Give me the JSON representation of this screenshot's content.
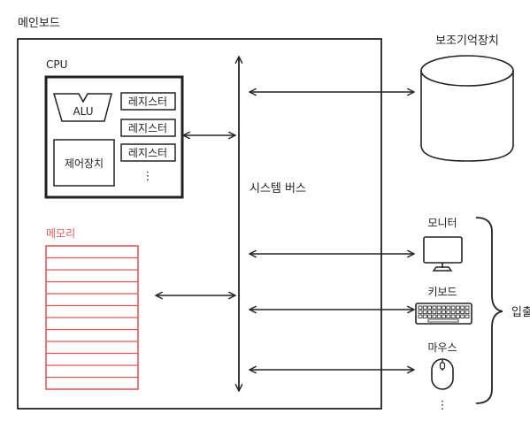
{
  "mainboard": {
    "title": "메인보드",
    "cpu": {
      "label": "CPU",
      "alu": "ALU",
      "registers": [
        "레지스터",
        "레지스터",
        "레지스터"
      ],
      "control_unit": "제어장치",
      "more": "⋮"
    },
    "memory": {
      "label": "메모리",
      "row_count": 12
    }
  },
  "bus": {
    "label": "시스템 버스"
  },
  "storage": {
    "label": "보조기억장치"
  },
  "io": {
    "monitor": "모니터",
    "keyboard": "키보드",
    "mouse": "마우스",
    "more": "⋮",
    "group_label": "입출"
  },
  "colors": {
    "ink": "#222222",
    "memory_red": "#e15a5a"
  }
}
